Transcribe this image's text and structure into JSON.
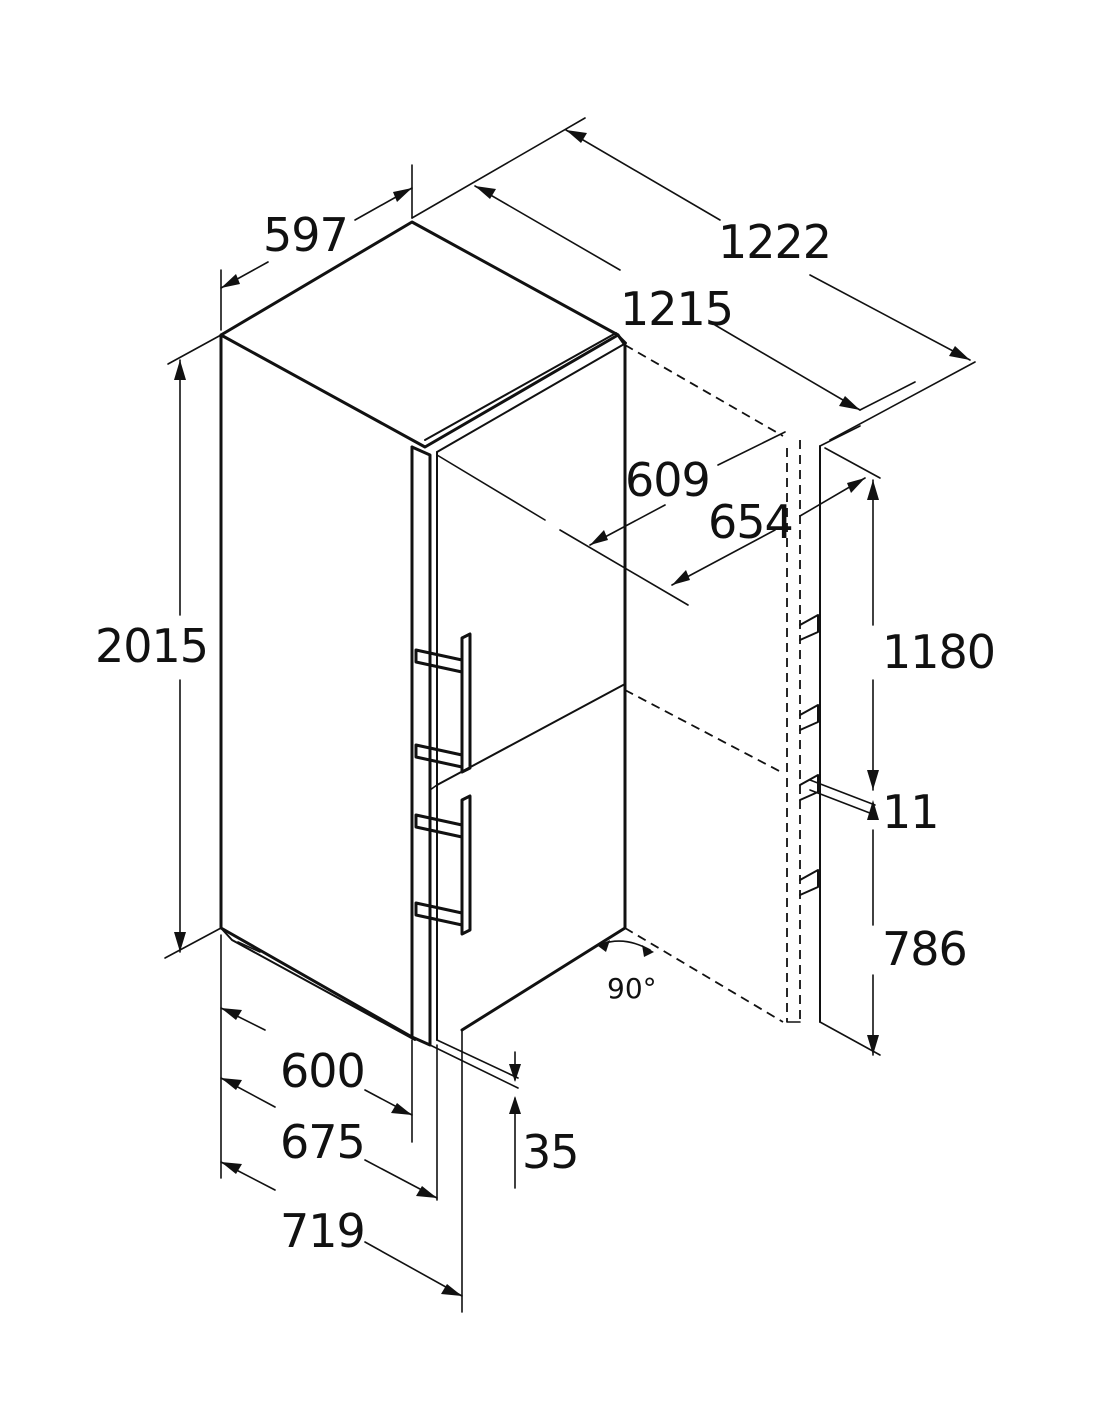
{
  "dimensions": {
    "width_top": "597",
    "depth_overall_outer": "1222",
    "depth_overall_inner": "1215",
    "height": "2015",
    "door_open_depth_1": "609",
    "door_open_depth_2": "654",
    "side_height_upper": "1180",
    "side_gap": "11",
    "side_height_lower": "786",
    "depth_bottom_1": "600",
    "depth_bottom_2": "675",
    "depth_bottom_3": "719",
    "door_offset": "35",
    "door_angle": "90°"
  }
}
